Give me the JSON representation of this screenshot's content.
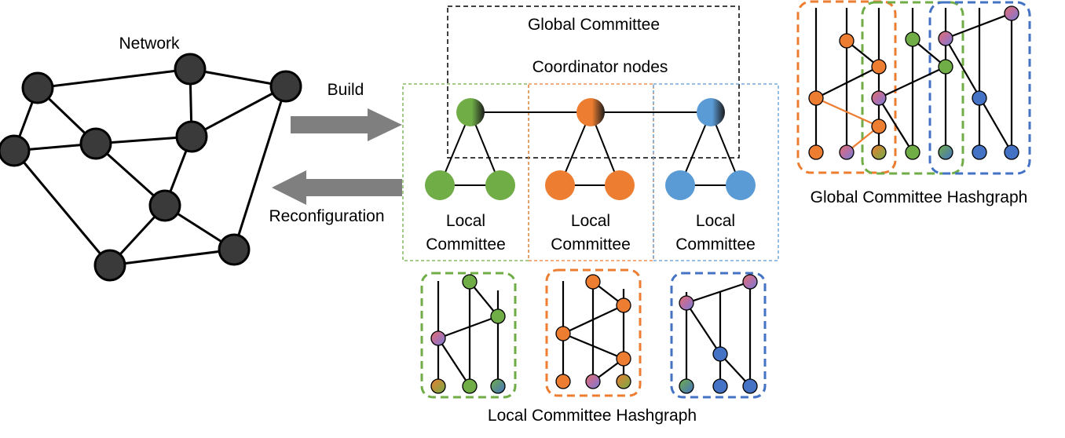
{
  "labels": {
    "network": "Network",
    "build": "Build",
    "reconfiguration": "Reconfiguration",
    "global_committee": "Global Committee",
    "coordinator_nodes": "Coordinator nodes",
    "local_committee_line1": "Local",
    "local_committee_line2": "Committee",
    "global_hashgraph": "Global Committee Hashgraph",
    "local_hashgraph": "Local Committee Hashgraph"
  },
  "colors": {
    "network_node": "#3a3a3a",
    "green": "#70ad47",
    "orange": "#ed7d31",
    "blue": "#5b9bd5",
    "dark_blue": "#4472c4",
    "arrow": "#7f7f7f"
  }
}
